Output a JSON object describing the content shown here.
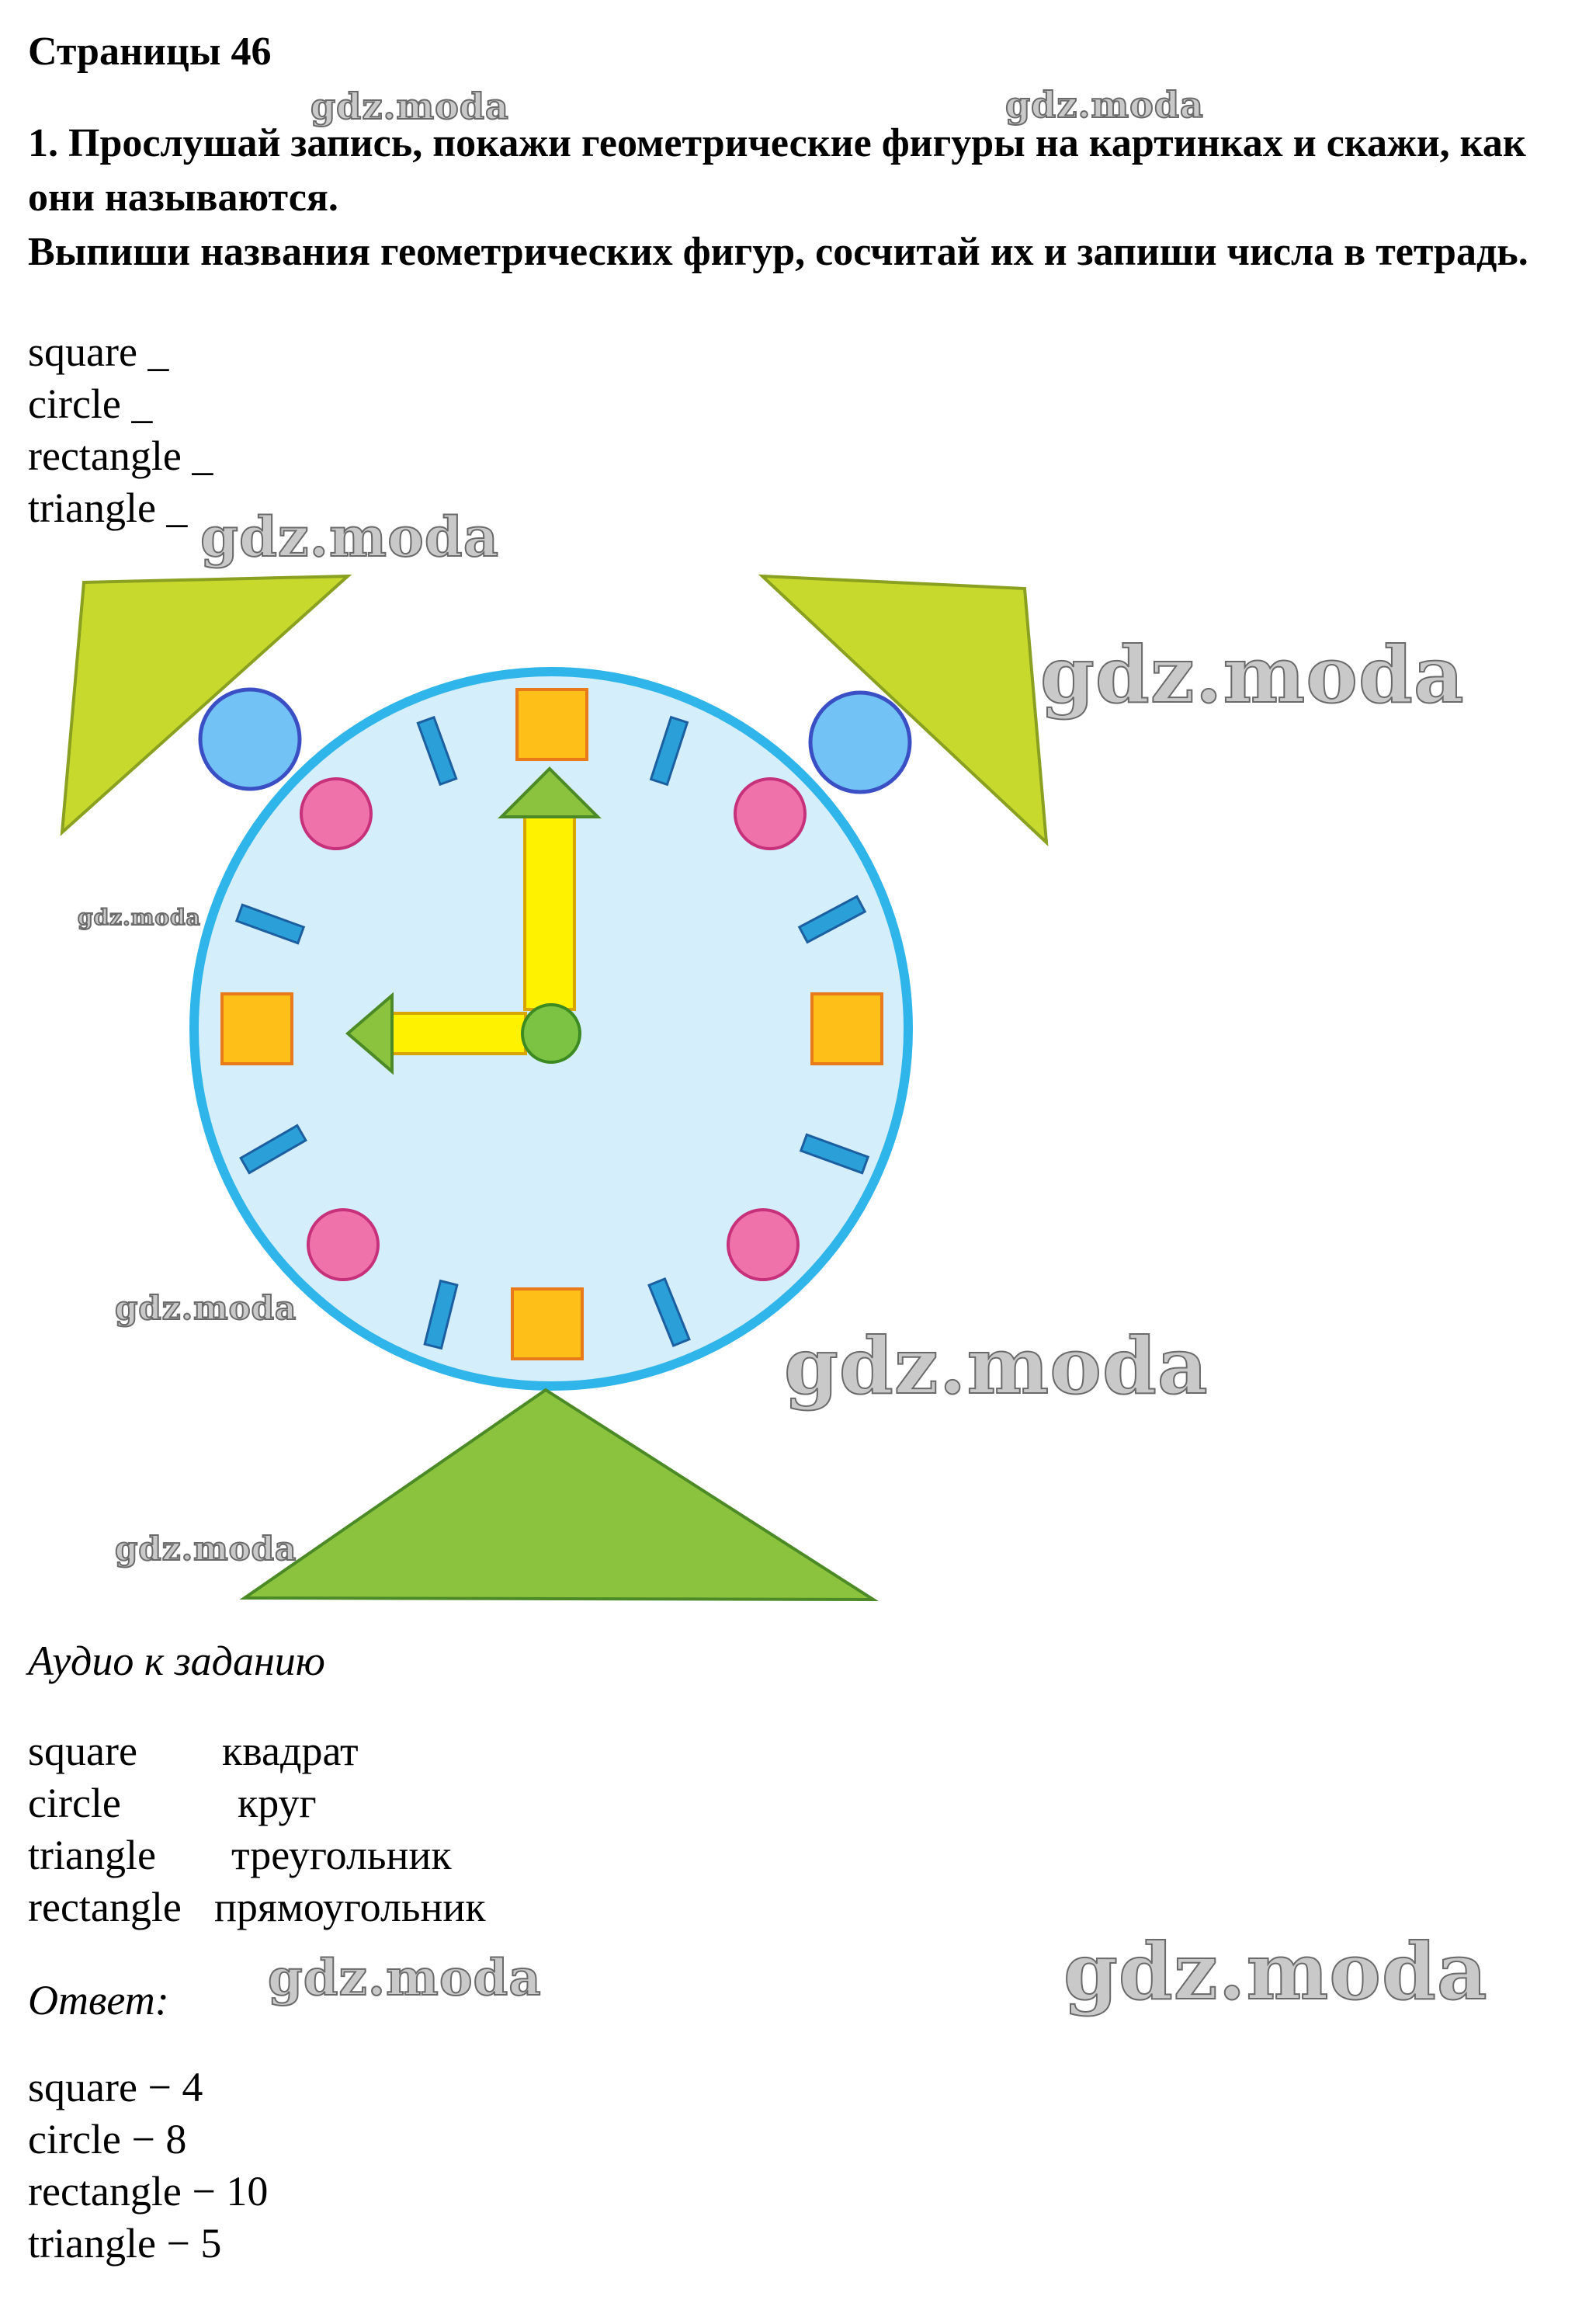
{
  "page": {
    "heading": "Страницы 46",
    "task_line1": "1. Прослушай запись, покажи геометрические фигуры на картинках и скажи, как они называются.",
    "task_line2": "Выпиши названия геометрических фигур, сосчитай их и запиши числа в тетрадь."
  },
  "exercise_words": [
    "square _",
    "circle _",
    "rectangle _",
    "triangle _"
  ],
  "picture": {
    "description_icon": "alarm-clock-made-of-shapes-icon",
    "colors": {
      "triangle_top": "#c8d92e",
      "triangle_base": "#8bc33e",
      "clock_face": "#d4eefc",
      "clock_rim": "#2fb5e9",
      "bell_circle": "#73c2f5",
      "pink_circle": "#ef72ab",
      "square": "#ffbf19",
      "tick": "#2a9fd8",
      "hand": "#fff200",
      "center": "#7cc243"
    }
  },
  "audio_label": "Аудио к заданию",
  "glossary": [
    {
      "en": "square",
      "ru": "квадрат"
    },
    {
      "en": "circle",
      "ru": "круг"
    },
    {
      "en": "triangle",
      "ru": "треугольник"
    },
    {
      "en": "rectangle",
      "ru": "прямоугольник"
    }
  ],
  "answer_label": "Ответ:",
  "answers": [
    "square − 4",
    "circle − 8",
    "rectangle − 10",
    "triangle − 5"
  ],
  "watermark": "gdz.moda"
}
